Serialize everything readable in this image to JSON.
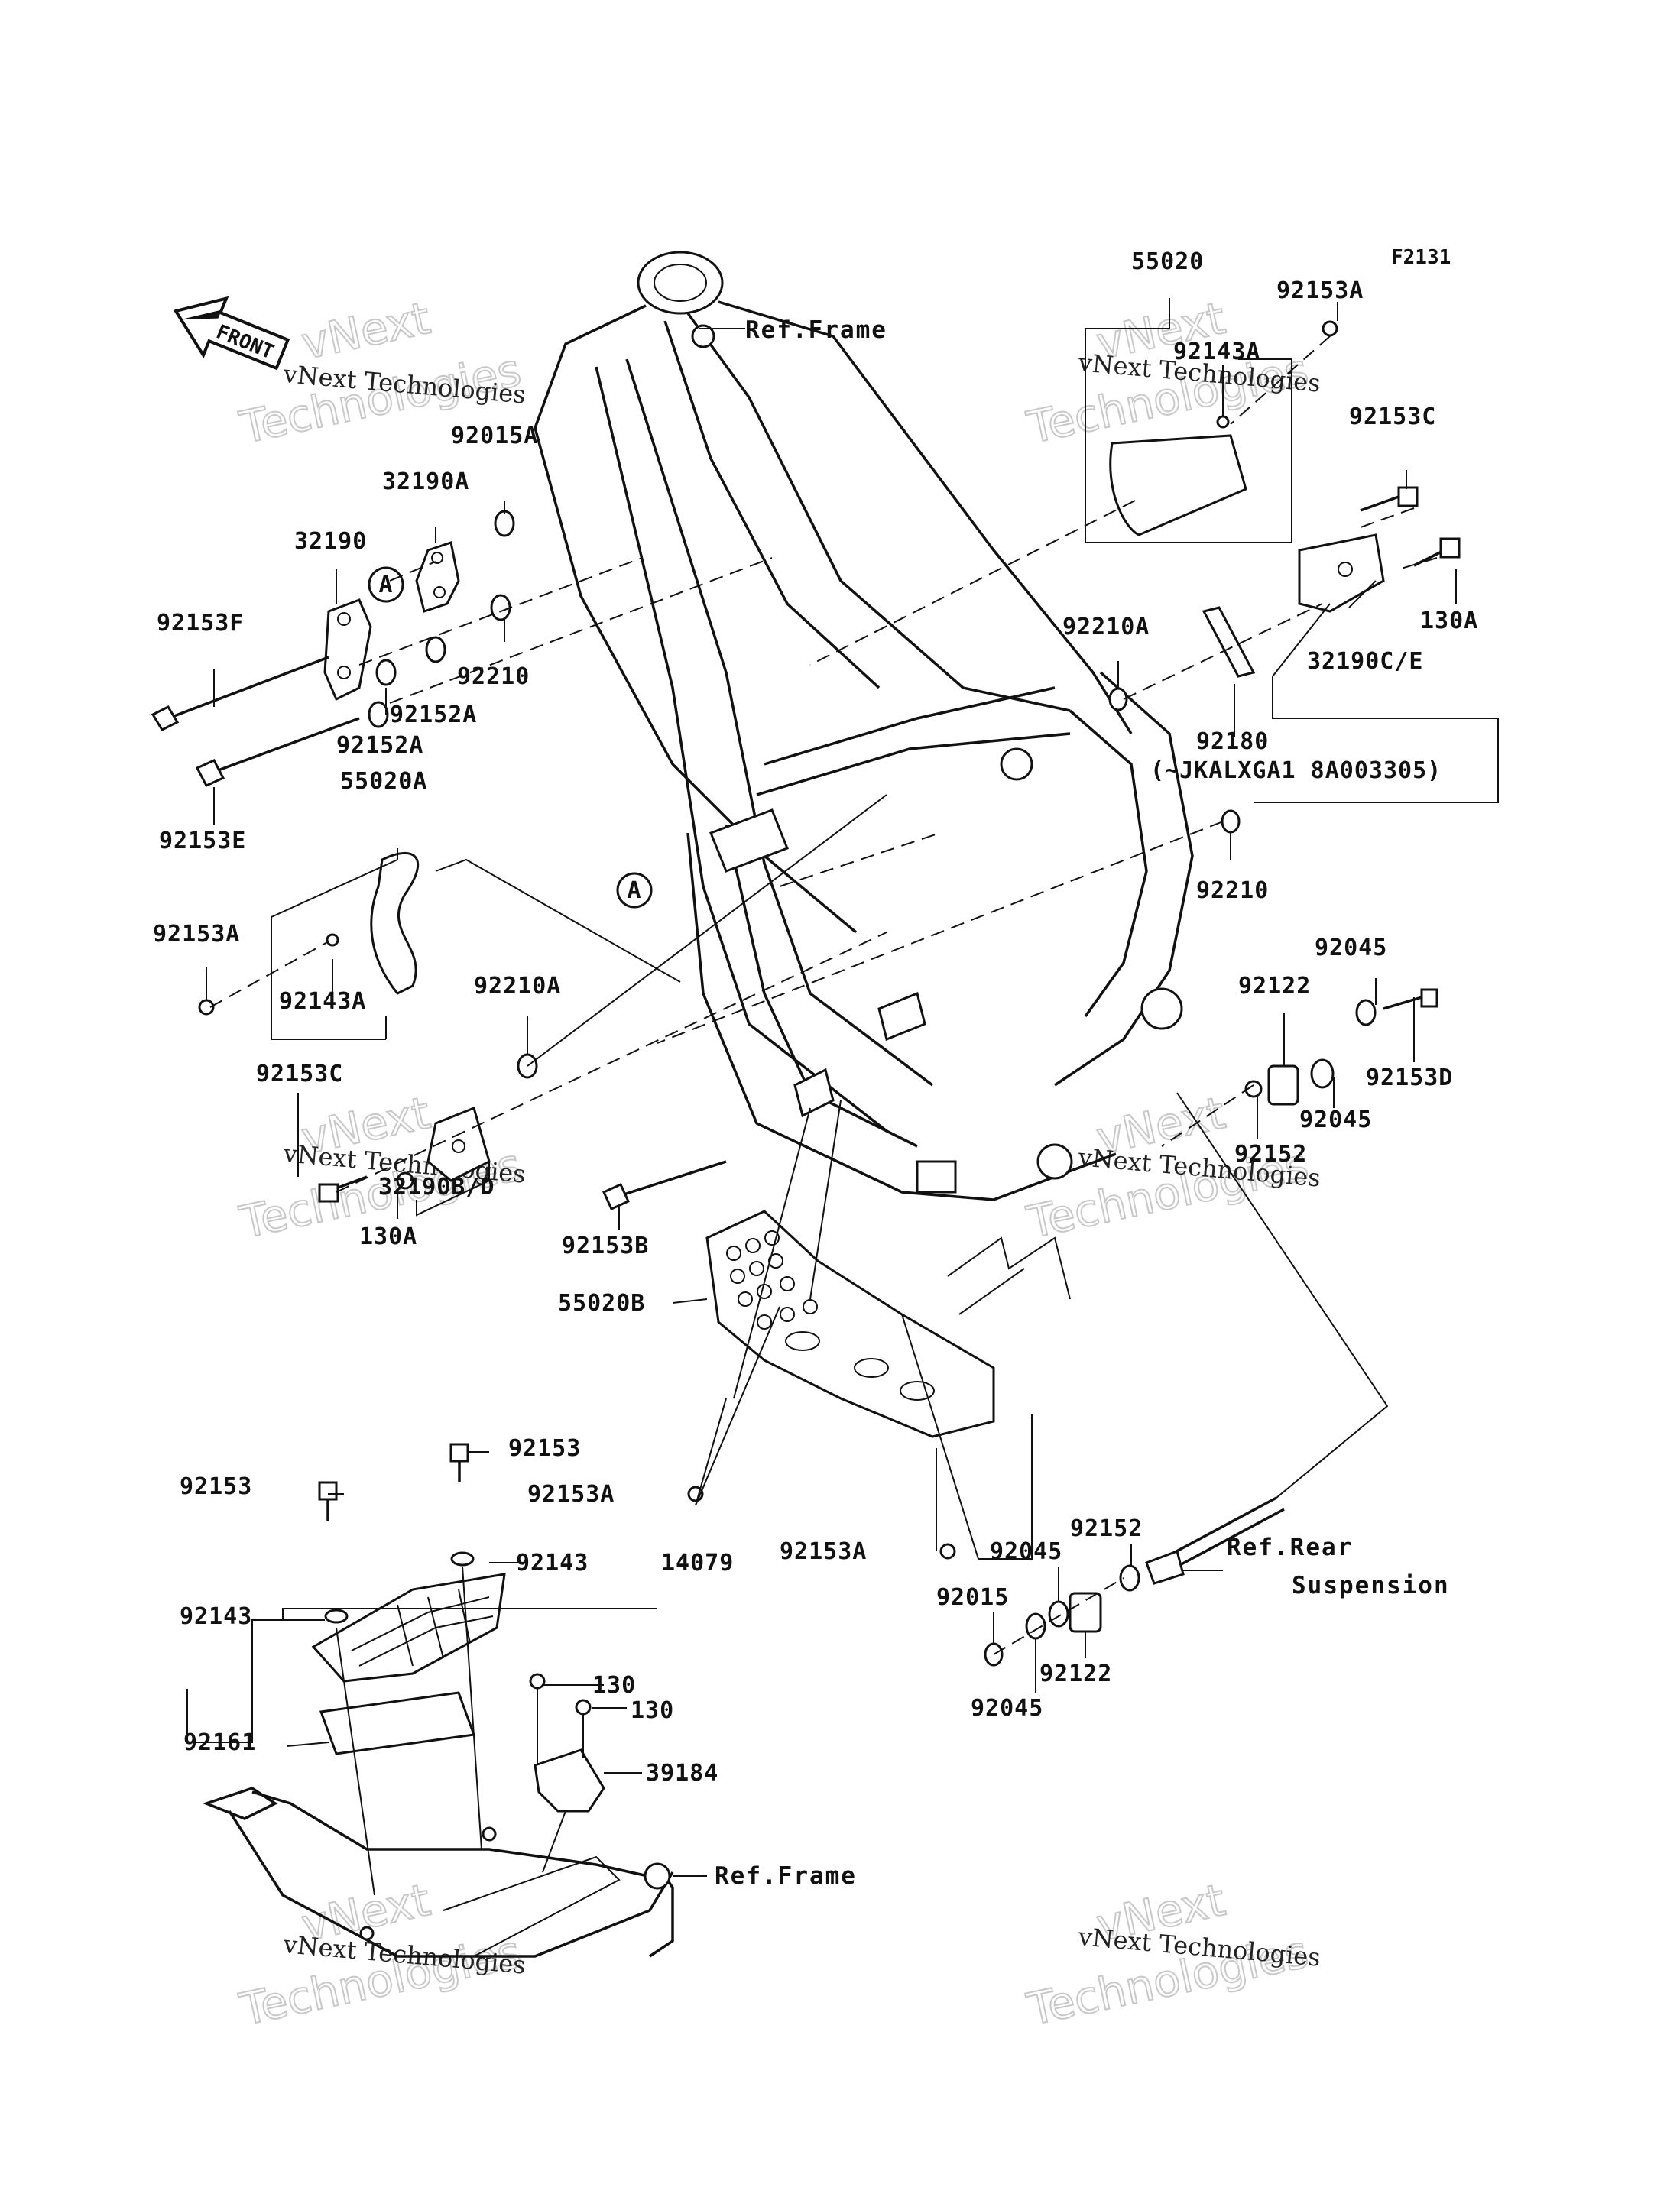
{
  "figure_code": "F2131",
  "front_arrow": "FRONT",
  "callout_A": "A",
  "parts": {
    "p55020": "55020",
    "p92153A_top": "92153A",
    "p92143A_top": "92143A",
    "p92153C_top": "92153C",
    "p130A_right": "130A",
    "p32190CE": "32190C/E",
    "p92210A_right": "92210A",
    "p92180": "92180",
    "p92180_note": "(~JKALXGA1 8A003305)",
    "p92210_right": "92210",
    "p92045_a": "92045",
    "p92122_a": "92122",
    "p92153D": "92153D",
    "p92045_b": "92045",
    "p92152_mid": "92152",
    "p92015A": "92015A",
    "p32190A": "32190A",
    "p32190": "32190",
    "p92153F": "92153F",
    "p92210_left": "92210",
    "p92152A_1": "92152A",
    "p92152A_2": "92152A",
    "p92153E": "92153E",
    "p55020A": "55020A",
    "p92153A_left": "92153A",
    "p92143A_left": "92143A",
    "p92210A_left": "92210A",
    "p92153C_left": "92153C",
    "p32190BD": "32190B/D",
    "p130A_left": "130A",
    "p92153B": "92153B",
    "p55020B": "55020B",
    "p92153_a": "92153",
    "p92153_b": "92153",
    "p92153A_mid": "92153A",
    "p92153A_low": "92153A",
    "p92143_a": "92143",
    "p92143_b": "92143",
    "p14079": "14079",
    "p92161": "92161",
    "p130_a": "130",
    "p130_b": "130",
    "p39184": "39184",
    "p92152_bottom": "92152",
    "p92045_c": "92045",
    "p92015": "92015",
    "p92122_b": "92122",
    "p92045_d": "92045"
  },
  "refs": {
    "frame_top": "Ref.Frame",
    "frame_bottom": "Ref.Frame",
    "rear_susp_1": "Ref.Rear",
    "rear_susp_2": "Suspension"
  },
  "watermark": {
    "line1": "vNext Technologies",
    "line2": "vNext",
    "line3": "Technologies"
  }
}
